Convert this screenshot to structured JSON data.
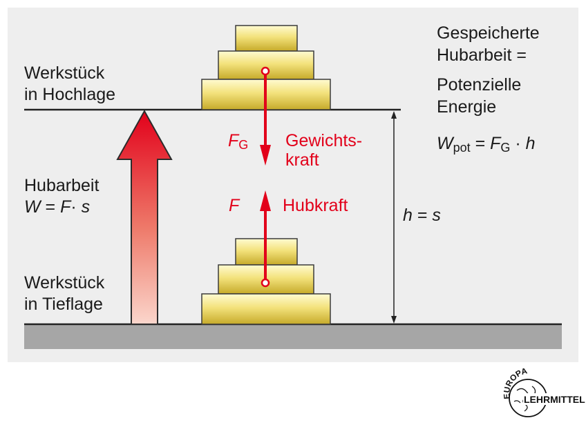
{
  "labels": {
    "upper_position": [
      "Werkstück",
      "in Hochlage"
    ],
    "lower_position": [
      "Werkstück",
      "in Tieflage"
    ],
    "stored_work": [
      "Gespeicherte",
      "Hubarbeit ="
    ],
    "potential_energy": [
      "Potenzielle",
      "Energie"
    ],
    "lifting_work": "Hubarbeit",
    "gravity_name": [
      "Gewichts-",
      "kraft"
    ],
    "lift_name": "Hubkraft"
  },
  "formulas": {
    "gravity_symbol": "F",
    "gravity_sub": "G",
    "lift_symbol": "F",
    "height": {
      "left": "h",
      "op": " = ",
      "right": "s"
    },
    "work": {
      "W": "W",
      "eq": " = ",
      "F": "F",
      "dot": "·",
      "s": " s"
    },
    "wpot": {
      "W": "W",
      "Wsub": "pot",
      "eq": " = ",
      "F": "F",
      "Fsub": "G",
      "dot": " · ",
      "h": "h"
    }
  },
  "logo": {
    "arc_text": "EUROPA",
    "text": "LEHRMITTEL"
  },
  "colors": {
    "panel": "#eeeeee",
    "ground": "#a6a6a6",
    "force_red": "#e2001a",
    "block_top": "#fffbd0",
    "block_bottom": "#c8ad2c"
  }
}
